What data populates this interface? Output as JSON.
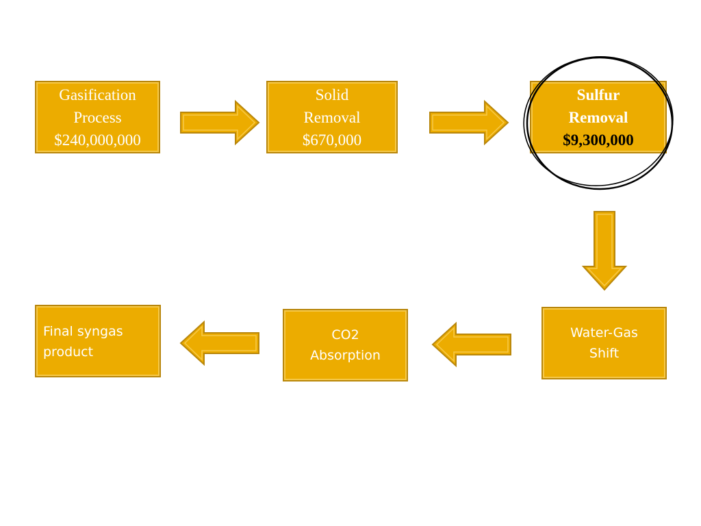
{
  "colors": {
    "box_fill": "#ecac00",
    "box_border": "#b8860b",
    "ring": "#000000"
  },
  "row1": {
    "gasification": {
      "line1": "Gasification",
      "line2": "Process",
      "cost": "$240,000,000"
    },
    "solid_removal": {
      "line1": "Solid",
      "line2": "Removal",
      "cost": "$670,000"
    },
    "sulfur_removal": {
      "line1": "Sulfur",
      "line2": "Removal",
      "cost": "$9,300,000"
    }
  },
  "row2": {
    "water_gas_shift": {
      "line1": "Water-Gas",
      "line2": "Shift"
    },
    "co2_absorption": {
      "line1": "CO2",
      "line2": "Absorption"
    },
    "final_product": {
      "line1": "Final syngas",
      "line2": "product"
    }
  }
}
